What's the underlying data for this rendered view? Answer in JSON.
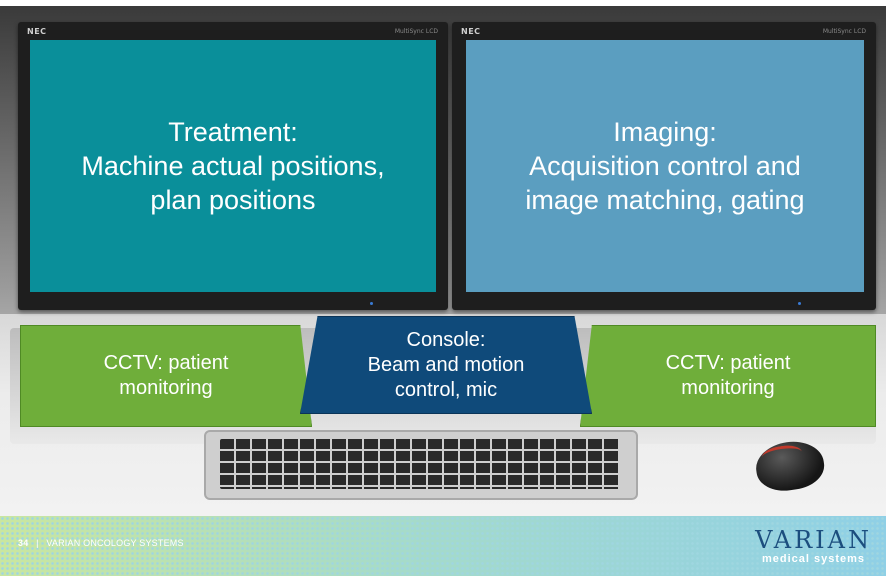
{
  "monitors": {
    "brand_left": "NEC",
    "brand_right": "NEC",
    "model_left": "MultiSync LCD",
    "model_right": "MultiSync LCD"
  },
  "screens": {
    "left": "Treatment:\nMachine actual positions,\nplan positions",
    "right": "Imaging:\nAcquisition control and\nimage matching, gating"
  },
  "labels": {
    "cctv_left": "CCTV: patient\nmonitoring",
    "console": "Console:\nBeam and motion\ncontrol, mic",
    "cctv_right": "CCTV: patient\nmonitoring"
  },
  "footer": {
    "page_number": "34",
    "separator": "|",
    "company": "VARIAN ONCOLOGY SYSTEMS"
  },
  "logo": {
    "word": "VARIAN",
    "tagline": "medical systems"
  },
  "colors": {
    "treatment_screen": "#0a8f9a",
    "imaging_screen": "#5b9ec0",
    "cctv_label": "#6fae3a",
    "console_label": "#0f4a7a",
    "logo_blue": "#1c4e7e"
  }
}
